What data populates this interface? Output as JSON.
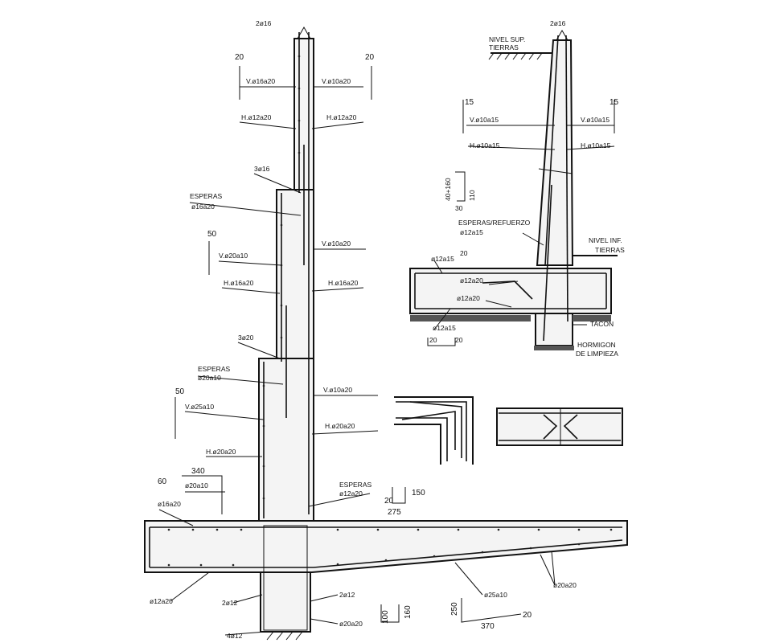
{
  "labels": {
    "top_main": "2ø16",
    "dim20_left": "20",
    "dim20_right": "20",
    "v16a20": "V.ø16a20",
    "v10a20_top": "V.ø10a20",
    "h12a20_l": "H.ø12a20",
    "h12a20_r": "H.ø12a20",
    "n3o16": "3ø16",
    "esperas1": "ESPERAS",
    "esperas1_bar": "ø16a20",
    "dim50_mid": "50",
    "v20a10": "V.ø20a10",
    "v10a20_mid": "V.ø10a20",
    "h16a20_l": "H.ø16a20",
    "h16a20_r": "H.ø16a20",
    "n3o20": "3ø20",
    "esperas2": "ESPERAS",
    "esperas2_bar": "ø20a10",
    "v10a20_low": "V.ø10a20",
    "dim50_low": "50",
    "v25a10": "V.ø25a10",
    "h20a20_r": "H.ø20a20",
    "h20a20_l": "H.ø20a20",
    "dim340": "340",
    "dim60": "60",
    "o20a10": "ø20a10",
    "o16a20": "ø16a20",
    "esperas3": "ESPERAS",
    "esperas3_bar": "ø12a20",
    "dim150": "150",
    "dim20_foot": "20",
    "dim275": "275",
    "o12a20_bot": "ø12a20",
    "n2o12_l": "2ø12",
    "n2o12_r": "2ø12",
    "o20a20_bot": "ø20a20",
    "n4o12": "4ø12",
    "dim100": "100",
    "dim160": "160",
    "o25a10": "ø25a10",
    "o20a20_r": "ø20a20",
    "dim250": "250",
    "dim370": "370",
    "dim20_r": "20"
  },
  "right": {
    "top": "2ø16",
    "nivel_sup": "NIVEL SUP.",
    "tierras_sup": "TIERRAS",
    "dim15_l": "15",
    "dim15_r": "15",
    "v10a15_l": "V.ø10a15",
    "v10a15_r": "V.ø10a15",
    "h10a15_l": "H.ø10a15",
    "h10a15_r": "H.ø10a15",
    "bend": "40+160",
    "bend_110": "110",
    "bend_30": "30",
    "esperas": "ESPERAS/REFUERZO",
    "esperas_bar": "ø12a15",
    "nivel_inf": "NIVEL INF.",
    "tierras_inf": "TIERRAS",
    "o12a15_top": "ø12a15",
    "dim20_top": "20",
    "o12a20_a": "ø12a20",
    "o12a20_b": "ø12a20",
    "o12a15_bot": "ø12a15",
    "dim20_a": "20",
    "dim20_b": "20",
    "tacon": "TACON",
    "hormigon": "HORMIGON",
    "limpieza": "DE LIMPIEZA"
  }
}
